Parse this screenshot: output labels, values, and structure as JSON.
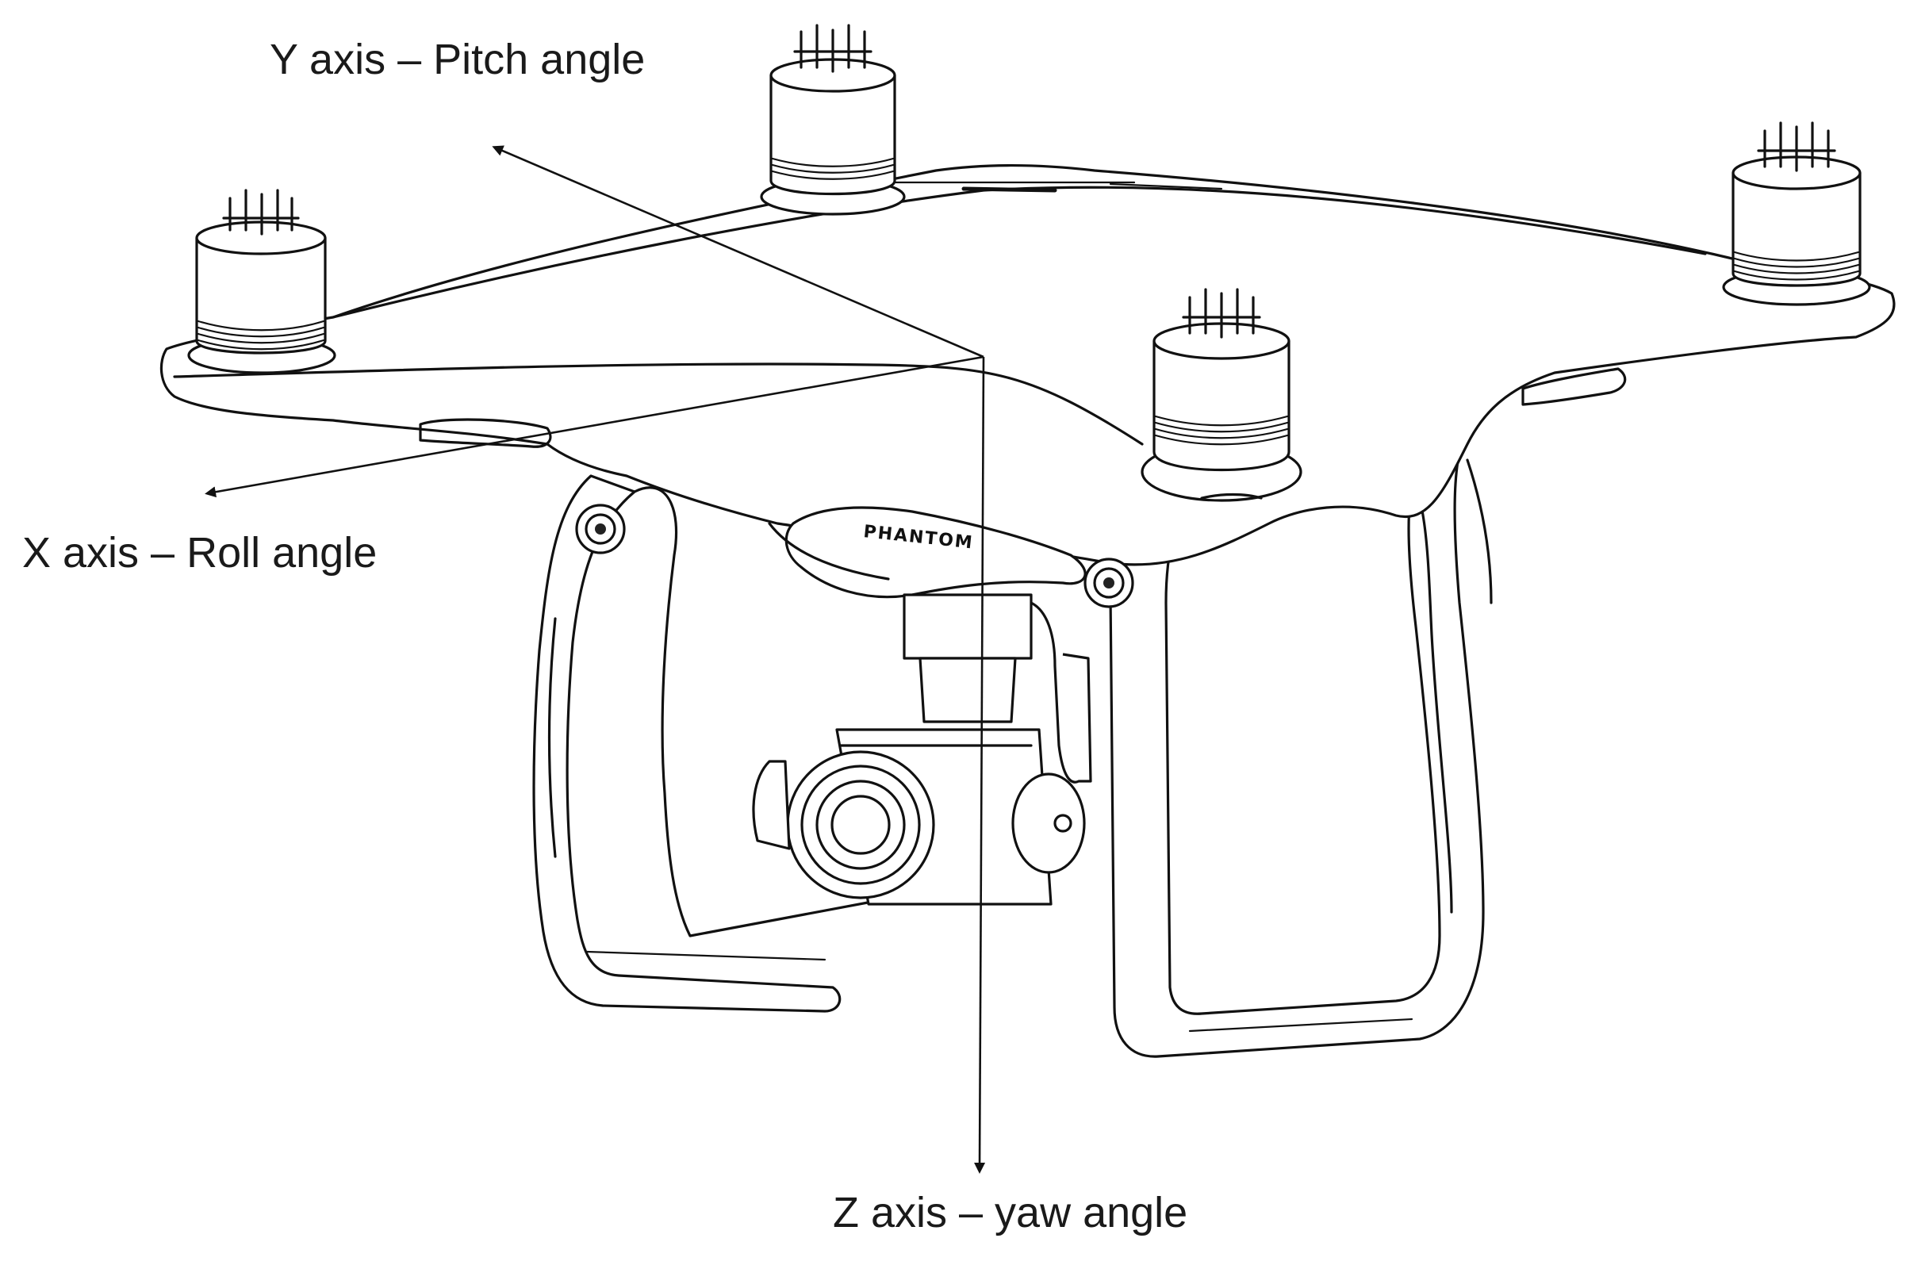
{
  "diagram": {
    "axes": {
      "y": {
        "label": "Y axis – Pitch angle"
      },
      "x": {
        "label": "X axis – Roll angle"
      },
      "z": {
        "label": "Z axis – yaw angle"
      }
    },
    "drone": {
      "brand_text": "PHANTOM"
    },
    "colors": {
      "ink": "#111111",
      "background": "#ffffff"
    }
  }
}
